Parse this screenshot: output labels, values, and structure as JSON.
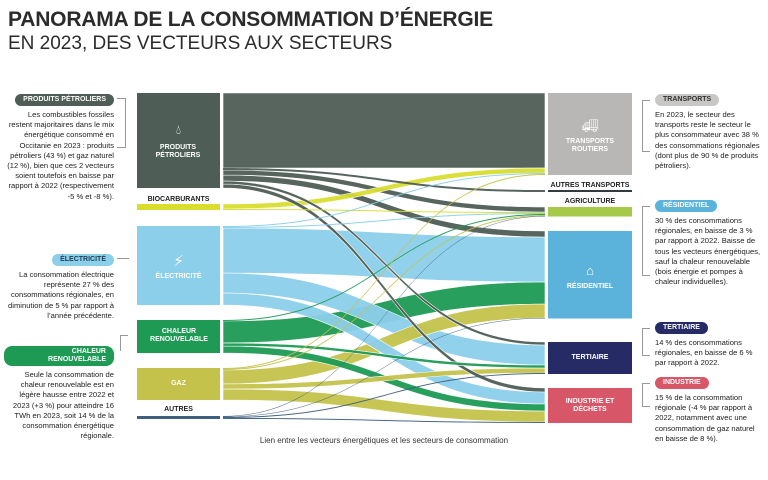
{
  "title": {
    "line1": "PANORAMA DE LA CONSOMMATION D’ÉNERGIE",
    "line2": "EN 2023, DES VECTEURS AUX SECTEURS"
  },
  "caption": "Lien entre les vecteurs énergétiques et les secteurs de consommation",
  "chart_data": {
    "type": "sankey",
    "sources": [
      {
        "id": "pp",
        "label": "PRODUITS PÉTROLIERS",
        "color": "#4e5d55",
        "icon": "oil-drop-icon"
      },
      {
        "id": "bio",
        "label": "BIOCARBURANTS",
        "color": "#d8dd2e"
      },
      {
        "id": "elec",
        "label": "ÉLECTRICITÉ",
        "color": "#8ccfea",
        "icon": "lightning-icon"
      },
      {
        "id": "chal",
        "label": "CHALEUR RENOUVELABLE",
        "color": "#1e9a55"
      },
      {
        "id": "gaz",
        "label": "GAZ",
        "color": "#c4c24a"
      },
      {
        "id": "aut",
        "label": "AUTRES",
        "color": "#3f5f7f"
      }
    ],
    "targets": [
      {
        "id": "tr",
        "label": "TRANSPORTS ROUTIERS",
        "color": "#b8b7b5",
        "icon": "truck-icon"
      },
      {
        "id": "at",
        "label": "AUTRES TRANSPORTS",
        "color": "#333a40"
      },
      {
        "id": "agri",
        "label": "AGRICULTURE",
        "color": "#a6c94a"
      },
      {
        "id": "res",
        "label": "RÉSIDENTIEL",
        "color": "#5bb3db",
        "icon": "house-icon"
      },
      {
        "id": "tert",
        "label": "TERTIAIRE",
        "color": "#262b66"
      },
      {
        "id": "ind",
        "label": "INDUSTRIE ET DÉCHETS",
        "color": "#d75668"
      }
    ],
    "links": [
      [
        "pp",
        "tr",
        75
      ],
      [
        "pp",
        "at",
        2
      ],
      [
        "pp",
        "agri",
        5
      ],
      [
        "pp",
        "res",
        6
      ],
      [
        "pp",
        "tert",
        3
      ],
      [
        "pp",
        "ind",
        4
      ],
      [
        "bio",
        "tr",
        5
      ],
      [
        "bio",
        "agri",
        1
      ],
      [
        "elec",
        "tr",
        1
      ],
      [
        "elec",
        "agri",
        1
      ],
      [
        "elec",
        "res",
        45
      ],
      [
        "elec",
        "tert",
        20
      ],
      [
        "elec",
        "ind",
        12
      ],
      [
        "chal",
        "agri",
        1
      ],
      [
        "chal",
        "res",
        22
      ],
      [
        "chal",
        "tert",
        3
      ],
      [
        "chal",
        "ind",
        7
      ],
      [
        "gaz",
        "tr",
        1
      ],
      [
        "gaz",
        "agri",
        1
      ],
      [
        "gaz",
        "res",
        14
      ],
      [
        "gaz",
        "tert",
        5
      ],
      [
        "gaz",
        "ind",
        11
      ],
      [
        "aut",
        "agri",
        0.5
      ],
      [
        "aut",
        "res",
        0.5
      ],
      [
        "aut",
        "tert",
        1
      ],
      [
        "aut",
        "ind",
        1
      ]
    ]
  },
  "annotations": {
    "pp": {
      "tag": "PRODUITS PÉTROLIERS",
      "color": "#4e5d55",
      "text": "Les combustibles fossiles restent majoritaires dans le mix énergétique consommé en Occitanie en 2023 : produits pétroliers (43 %) et gaz naturel (12 %), bien que ces 2 vecteurs soient toutefois en baisse par rapport à 2022 (respectivement -5 % et -8 %)."
    },
    "elec": {
      "tag": "ÉLECTRICITÉ",
      "color": "#8ccfea",
      "text": "La consommation électrique représente 27 % des consommations régionales, en diminution de 5 % par rapport à l’année précédente."
    },
    "chal": {
      "tag": "CHALEUR RENOUVELABLE",
      "color": "#1e9a55",
      "text": "Seule la consommation de chaleur renouvelable est en légère hausse entre 2022 et 2023 (+3 %) pour atteindre 16 TWh en 2023, soit 14 % de la consommation énergétique régionale."
    },
    "tr": {
      "tag": "TRANSPORTS",
      "color": "#b8b7b5",
      "text": "En 2023, le secteur des transports reste le secteur le plus consommateur avec 38 % des consommations régionales (dont plus de 90 % de produits pétroliers)."
    },
    "res": {
      "tag": "RÉSIDENTIEL",
      "color": "#5bb3db",
      "text": "30 % des consommations régionales, en baisse de 3 % par rapport à 2022. Baisse de tous les vecteurs énergétiques, sauf la chaleur renouvelable (bois énergie et pompes à chaleur individuelles)."
    },
    "tert": {
      "tag": "TERTIAIRE",
      "color": "#262b66",
      "text": "14 % des consommations régionales, en baisse de 6 % par rapport à 2022."
    },
    "ind": {
      "tag": "INDUSTRIE",
      "color": "#d75668",
      "text": "15 % de la consommation régionale (-4 % par rapport à 2022, notamment avec une consommation de gaz naturel en baisse de 8 %)."
    }
  }
}
